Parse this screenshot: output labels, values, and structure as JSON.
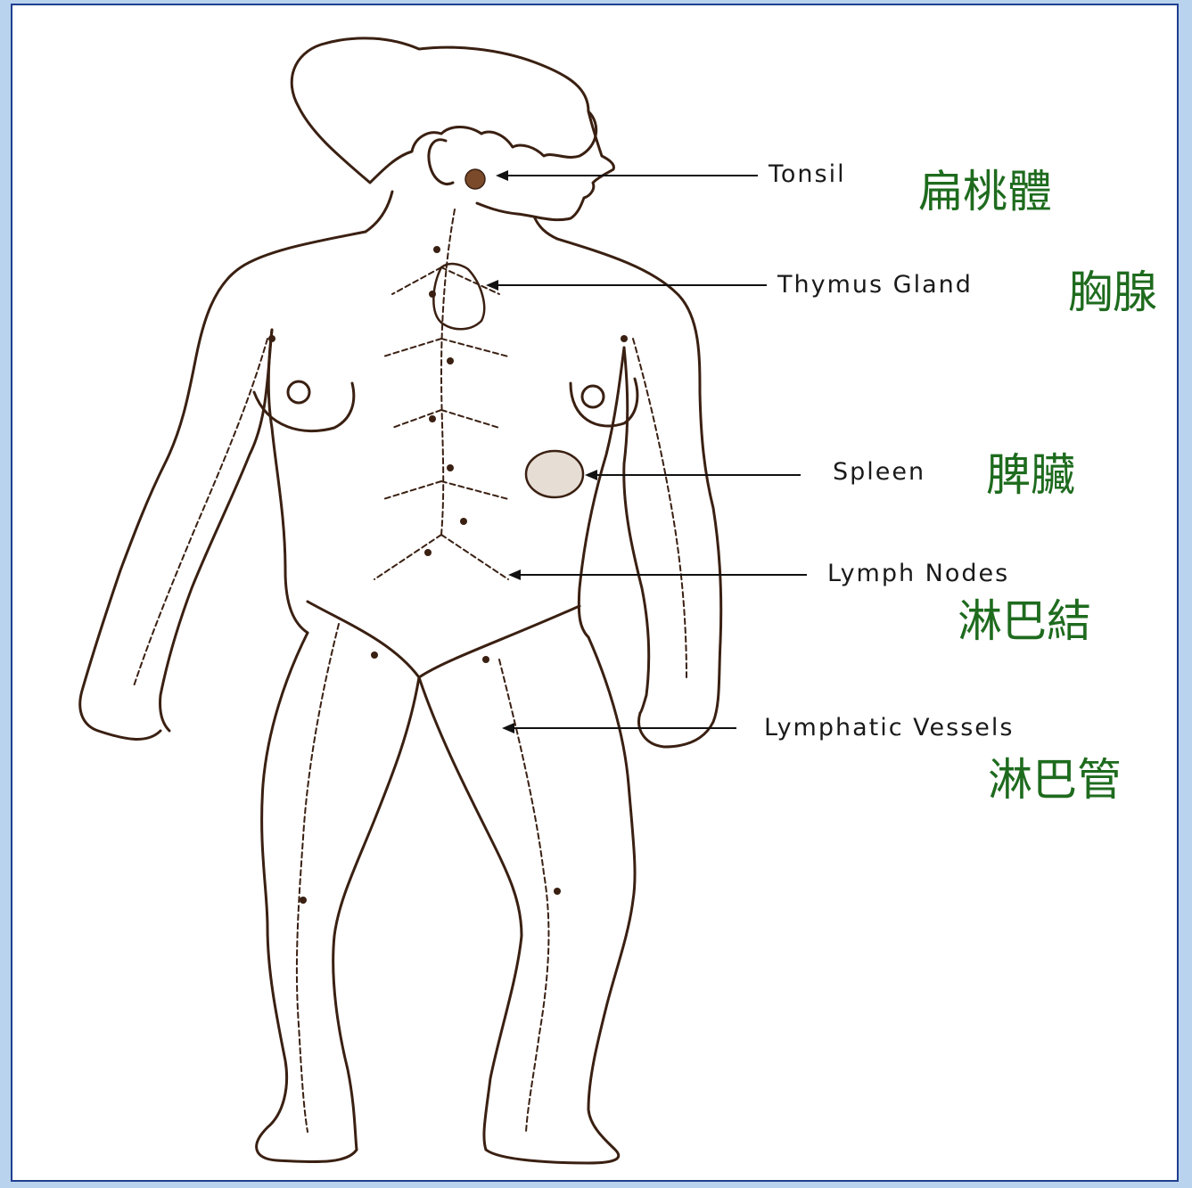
{
  "labels": {
    "tonsil": {
      "en": "Tonsil",
      "zh": "扁桃體"
    },
    "thymus": {
      "en": "Thymus Gland",
      "zh": "胸腺"
    },
    "spleen": {
      "en": "Spleen",
      "zh": "脾臟"
    },
    "nodes": {
      "en": "Lymph Nodes",
      "zh": "淋巴結"
    },
    "vessels": {
      "en": "Lymphatic Vessels",
      "zh": "淋巴管"
    }
  },
  "colors": {
    "outline": "#3a2012",
    "label_zh": "#1e6b1e",
    "frame": "#1f3f8f",
    "page_bg": "#b9d3ee"
  }
}
